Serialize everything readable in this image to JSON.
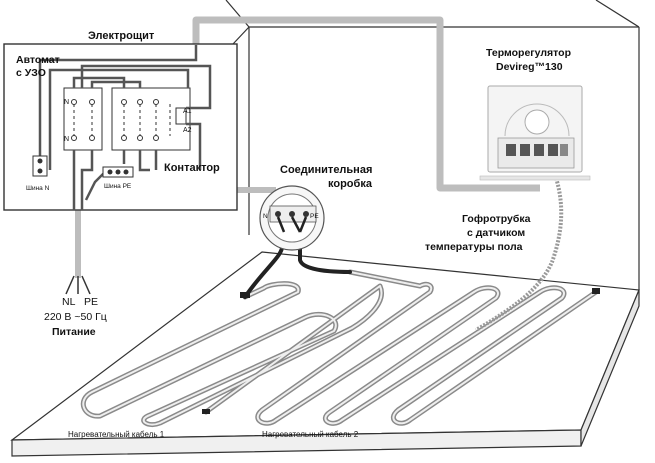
{
  "panel": {
    "title": "Электрощит",
    "breaker_line1": "Автомат",
    "breaker_line2": "с УЗО",
    "bus_n": "Шина N",
    "bus_pe": "Шина PE",
    "contactor": "Контактор",
    "pin_a1": "A1",
    "pin_a2": "A2",
    "pin_n_top": "N",
    "pin_n_bottom": "N"
  },
  "thermostat": {
    "line1": "Терморегулятор",
    "line2": "Devireg™130"
  },
  "junction_box": {
    "line1": "Соединительная",
    "line2": "коробка",
    "pin_n": "N",
    "pin_pe": "PE"
  },
  "sensor": {
    "line1": "Гофротрубка",
    "line2": "с датчиком",
    "line3": "температуры пола"
  },
  "supply": {
    "nl": "NL",
    "pe": "PE",
    "voltage": "220 В ~50 Гц",
    "title": "Питание"
  },
  "cables": {
    "cable1": "Нагревательный кабель 1",
    "cable2": "Нагревательный кабель 2"
  }
}
